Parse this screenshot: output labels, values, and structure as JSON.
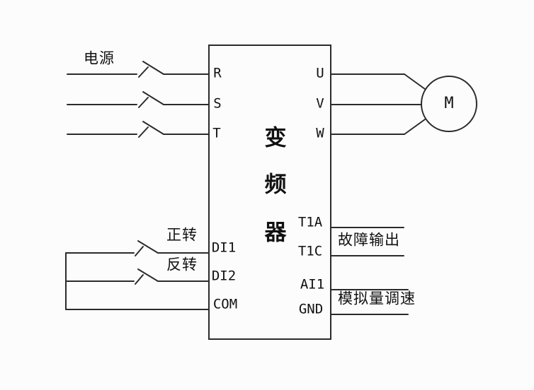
{
  "diagram": {
    "title_device": "变频器",
    "inverter_chars": [
      "变",
      "频",
      "器"
    ],
    "power_label": "电源",
    "forward_label": "正转",
    "reverse_label": "反转",
    "fault_output_label": "故障输出",
    "analog_speed_label": "模拟量调速",
    "motor_label": "M",
    "terminals": {
      "left_power": [
        "R",
        "S",
        "T"
      ],
      "right_power": [
        "U",
        "V",
        "W"
      ],
      "left_control": [
        "DI1",
        "DI2",
        "COM"
      ],
      "right_control": [
        "T1A",
        "T1C",
        "AI1",
        "GND"
      ]
    },
    "colors": {
      "line": "#2b2b2b",
      "text": "#111111",
      "background": "#fcfcfc"
    }
  }
}
